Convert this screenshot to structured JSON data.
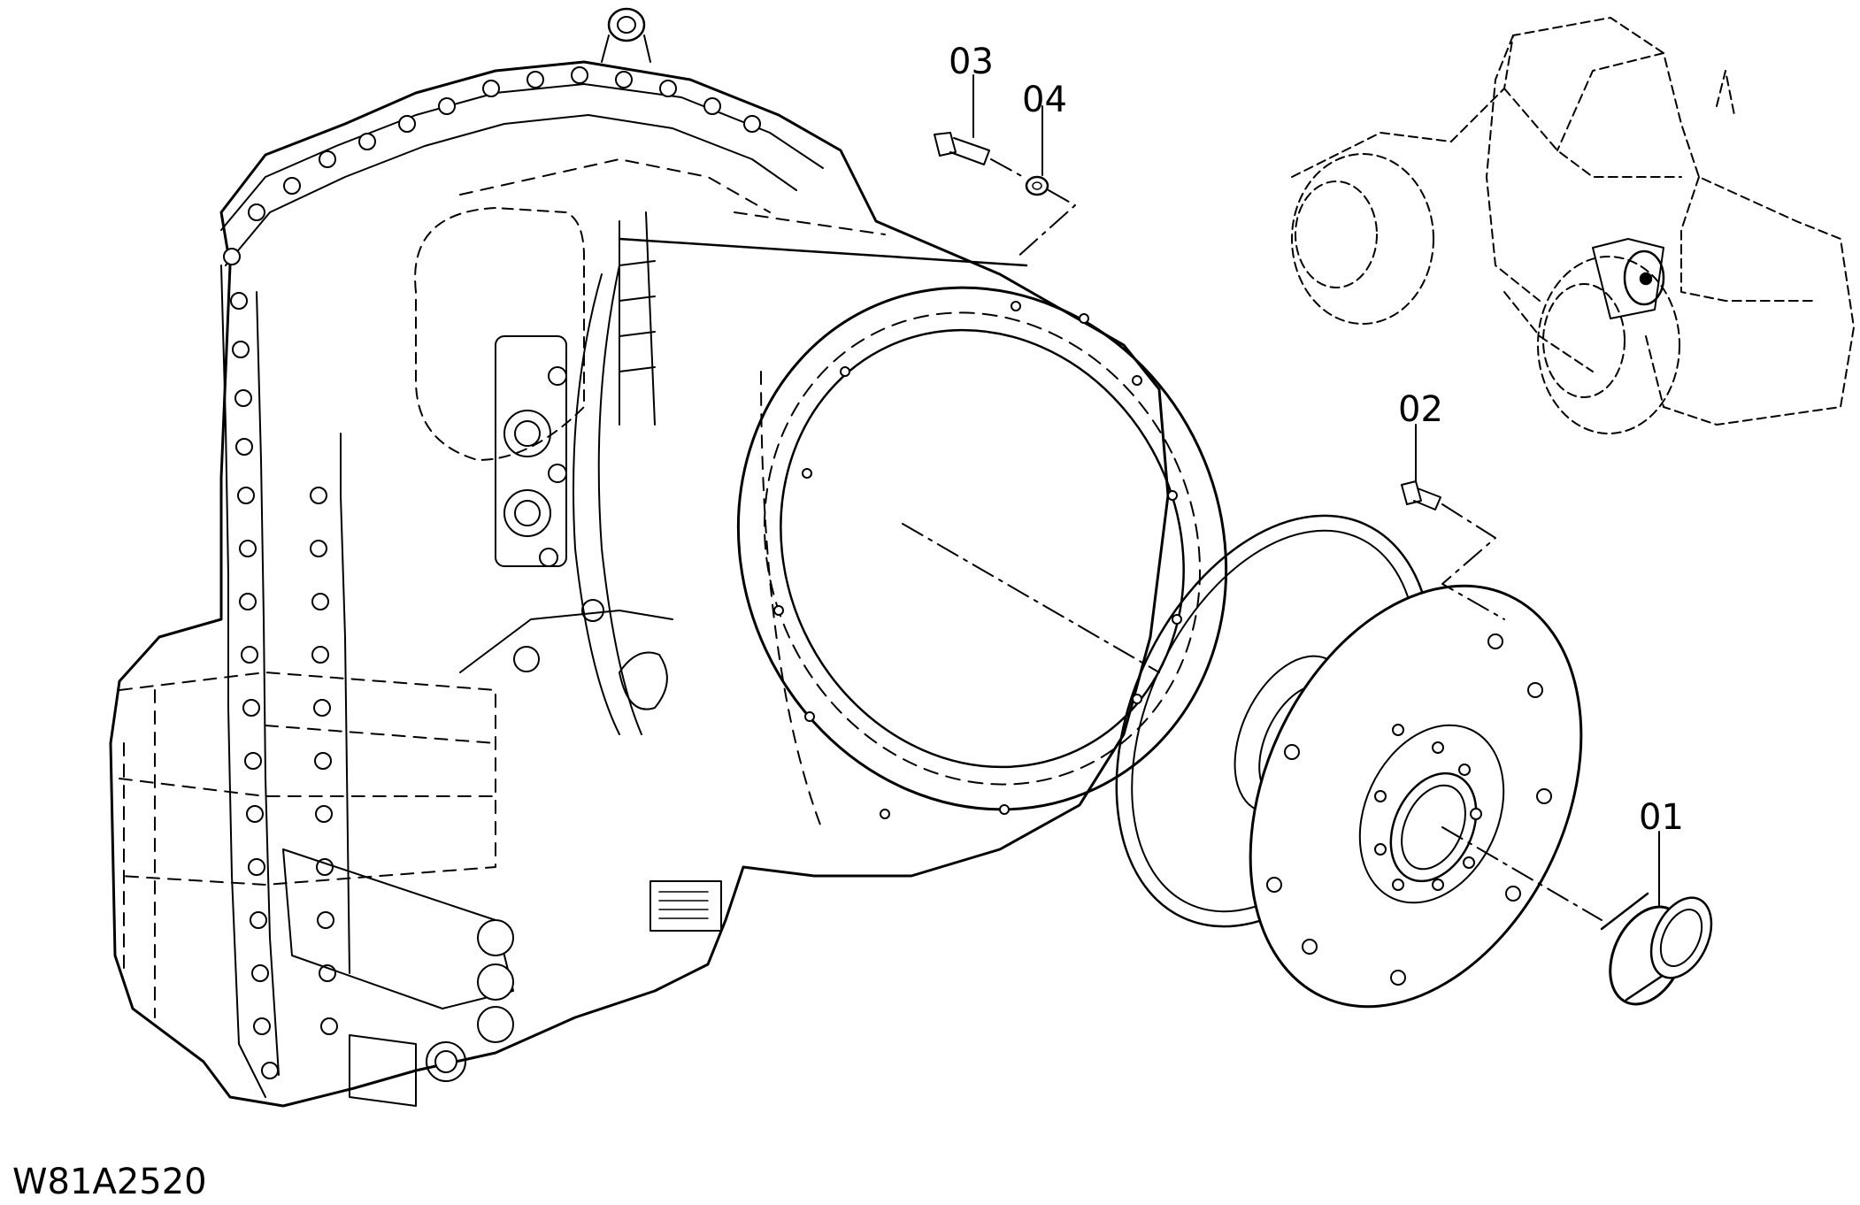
{
  "figure_code": "W81A2520",
  "callouts": [
    {
      "id": "01",
      "label": "01"
    },
    {
      "id": "02",
      "label": "02"
    },
    {
      "id": "03",
      "label": "03"
    },
    {
      "id": "04",
      "label": "04"
    }
  ],
  "colors": {
    "ink": "#000000",
    "background": "#ffffff"
  },
  "parts": [
    "transmission-housing",
    "gasket",
    "flex-plate",
    "bolt",
    "washer",
    "plug",
    "loader-locator"
  ]
}
